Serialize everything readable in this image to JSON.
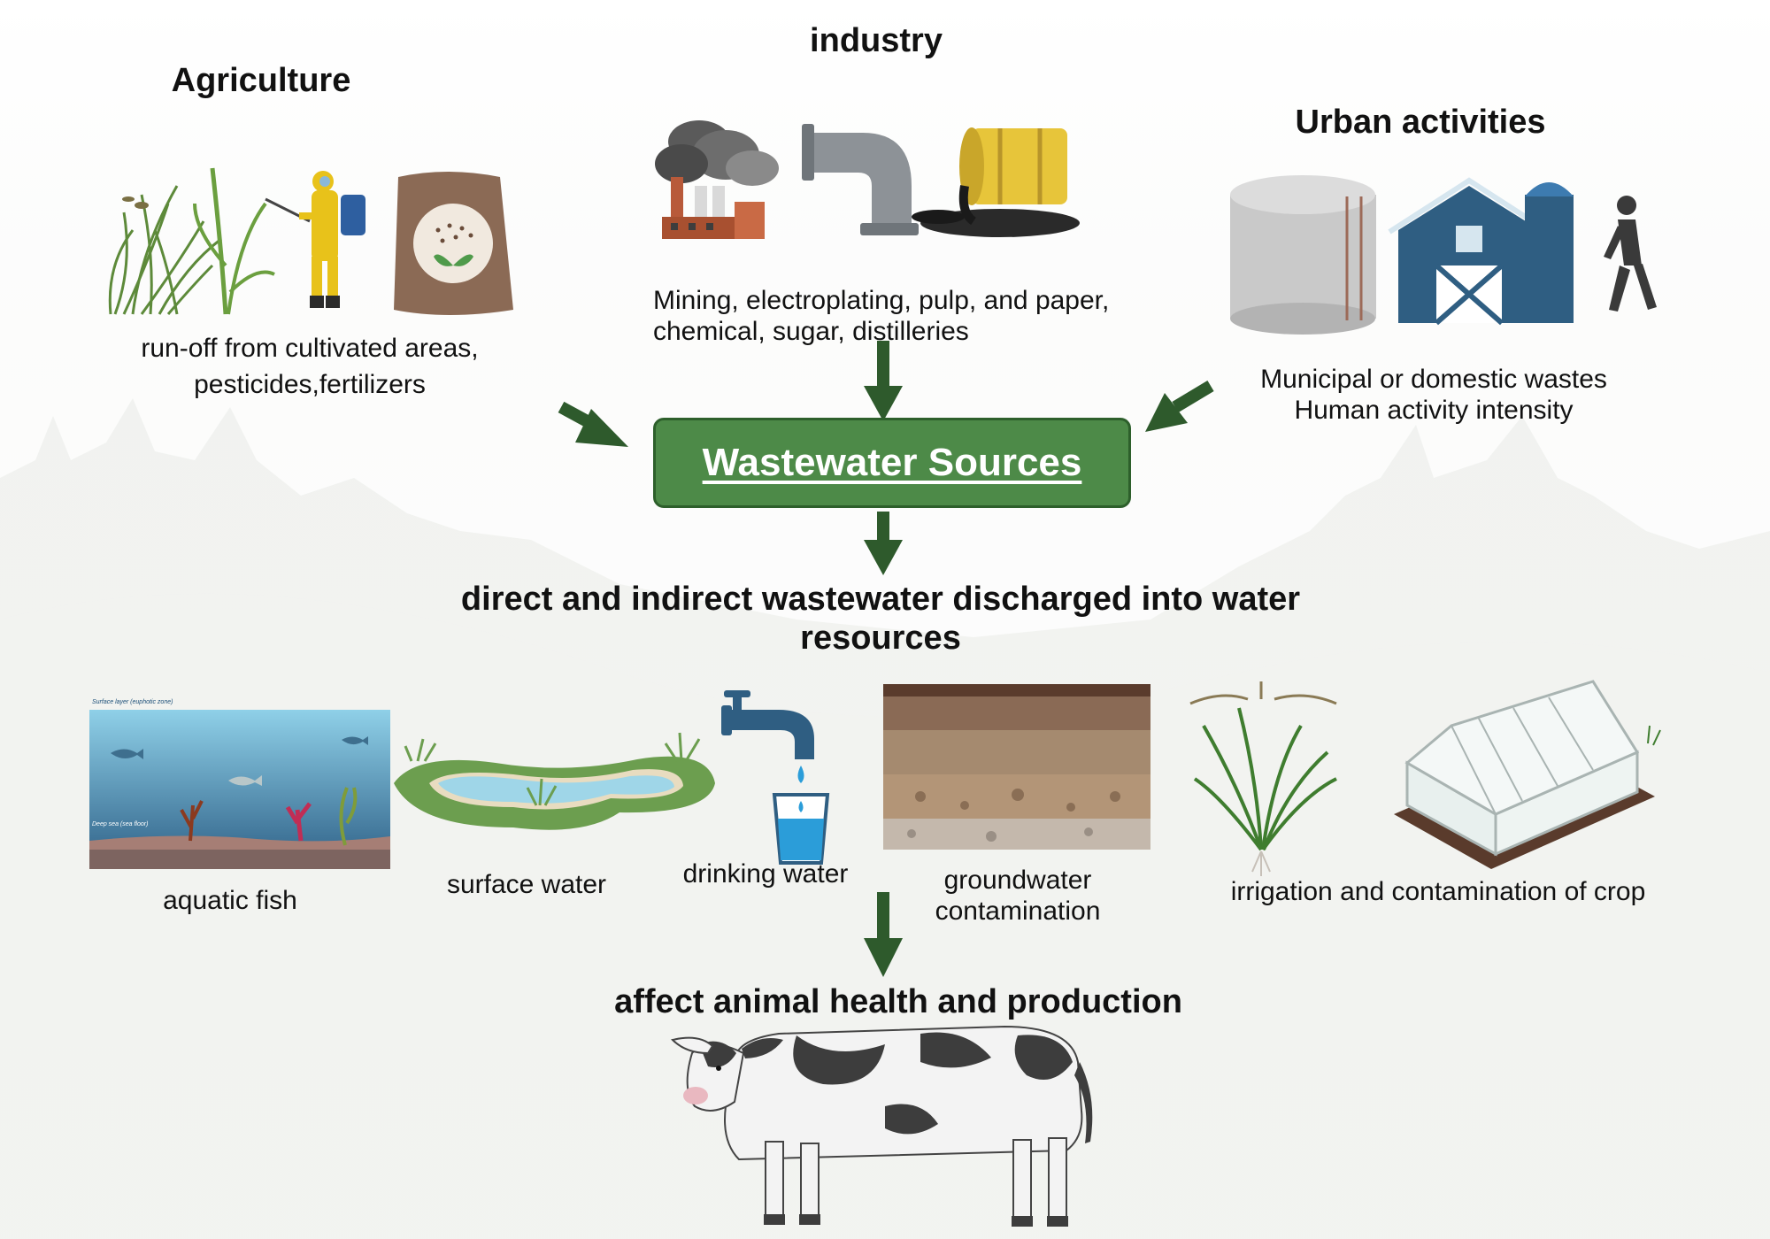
{
  "sources": {
    "agriculture": {
      "title": "Agriculture",
      "desc": [
        "run-off from cultivated areas,",
        "pesticides,fertilizers"
      ]
    },
    "industry": {
      "title": "industry",
      "desc": [
        "Mining, electroplating, pulp, and paper,",
        "chemical, sugar, distilleries"
      ]
    },
    "urban": {
      "title": "Urban activities",
      "desc": [
        "Municipal or domestic wastes",
        "Human activity intensity"
      ]
    }
  },
  "center": {
    "label": "Wastewater Sources"
  },
  "discharge": {
    "label": [
      "direct and indirect wastewater discharged into water",
      "resources"
    ]
  },
  "impacts": {
    "fish": {
      "label": "aquatic fish",
      "top_text": "Surface layer (euphotic zone)",
      "bottom_text": "Deep sea (sea floor)"
    },
    "surface": {
      "label": "surface water"
    },
    "drinking": {
      "label": "drinking water"
    },
    "groundwater": {
      "label": [
        "groundwater",
        "contamination"
      ]
    },
    "crop": {
      "label": "irrigation and contamination of crop"
    }
  },
  "outcome": {
    "label": "affect animal health and production"
  },
  "colors": {
    "arrow": "#2e5a2c",
    "box_fill": "#4d8a48",
    "box_border": "#2d5f2b",
    "box_text": "#ffffff"
  },
  "icons": [
    "grass-icon",
    "sprayer-person-icon",
    "fertilizer-bag-icon",
    "factory-icon",
    "pipe-icon",
    "oil-barrel-icon",
    "storage-tank-icon",
    "barn-icon",
    "walking-person-icon",
    "ocean-fish-icon",
    "pond-icon",
    "faucet-icon",
    "water-glass-icon",
    "soil-layers-icon",
    "crop-plant-icon",
    "greenhouse-icon",
    "cow-icon"
  ]
}
